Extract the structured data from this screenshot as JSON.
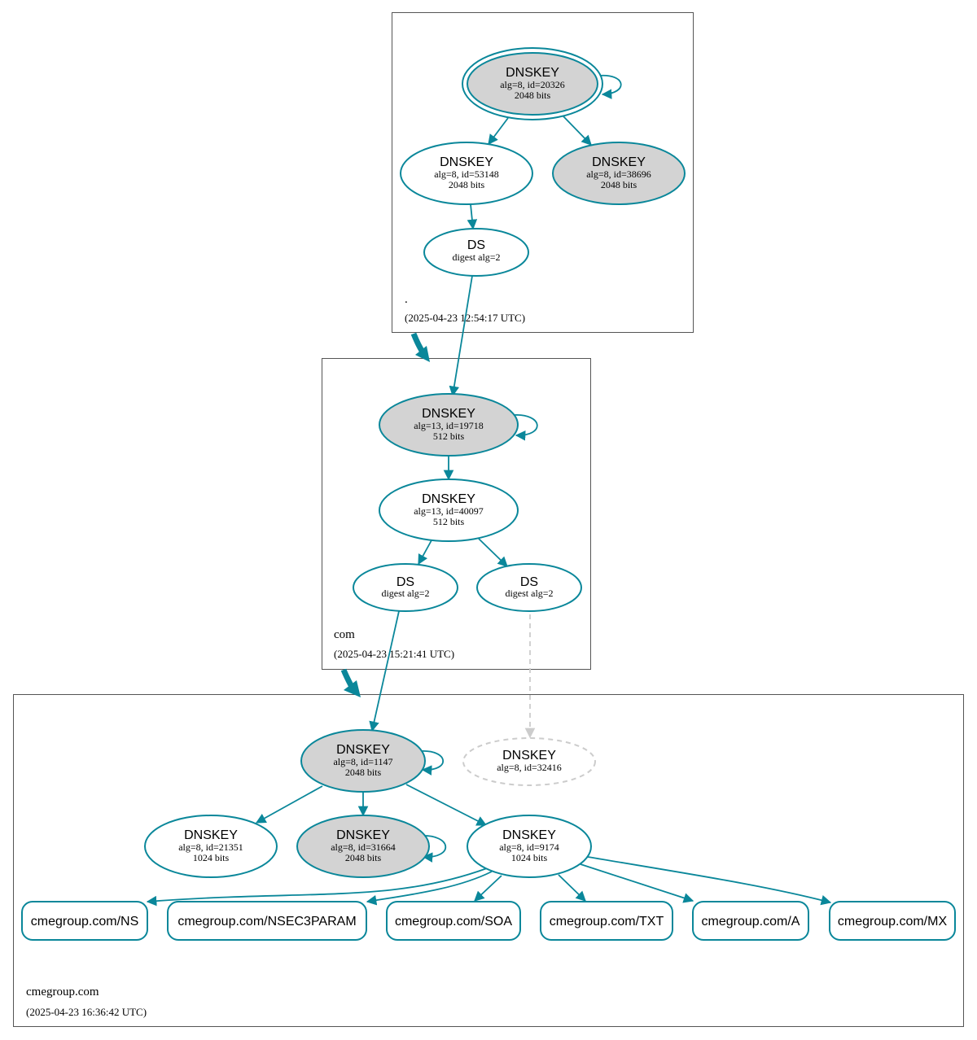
{
  "colors": {
    "edge": "#0a879a",
    "sep_fill": "#d3d3d3",
    "plain_fill": "#ffffff",
    "missing": "#cccccc",
    "zone_border": "#555555"
  },
  "zones": {
    "root": {
      "name": ".",
      "timestamp": "(2025-04-23 12:54:17 UTC)"
    },
    "com": {
      "name": "com",
      "timestamp": "(2025-04-23 15:21:41 UTC)"
    },
    "cmegroup": {
      "name": "cmegroup.com",
      "timestamp": "(2025-04-23 16:36:42 UTC)"
    }
  },
  "nodes": {
    "root_ksk": {
      "title": "DNSKEY",
      "line1": "alg=8, id=20326",
      "line2": "2048 bits"
    },
    "root_zsk": {
      "title": "DNSKEY",
      "line1": "alg=8, id=53148",
      "line2": "2048 bits"
    },
    "root_key2": {
      "title": "DNSKEY",
      "line1": "alg=8, id=38696",
      "line2": "2048 bits"
    },
    "root_ds": {
      "title": "DS",
      "line1": "digest alg=2"
    },
    "com_ksk": {
      "title": "DNSKEY",
      "line1": "alg=13, id=19718",
      "line2": "512 bits"
    },
    "com_zsk": {
      "title": "DNSKEY",
      "line1": "alg=13, id=40097",
      "line2": "512 bits"
    },
    "com_ds1": {
      "title": "DS",
      "line1": "digest alg=2"
    },
    "com_ds2": {
      "title": "DS",
      "line1": "digest alg=2"
    },
    "cme_ksk": {
      "title": "DNSKEY",
      "line1": "alg=8, id=1147",
      "line2": "2048 bits"
    },
    "cme_missing": {
      "title": "DNSKEY",
      "line1": "alg=8, id=32416"
    },
    "cme_key21351": {
      "title": "DNSKEY",
      "line1": "alg=8, id=21351",
      "line2": "1024 bits"
    },
    "cme_key31664": {
      "title": "DNSKEY",
      "line1": "alg=8, id=31664",
      "line2": "2048 bits"
    },
    "cme_zsk": {
      "title": "DNSKEY",
      "line1": "alg=8, id=9174",
      "line2": "1024 bits"
    }
  },
  "records": {
    "ns": "cmegroup.com/NS",
    "nsec3param": "cmegroup.com/NSEC3PARAM",
    "soa": "cmegroup.com/SOA",
    "txt": "cmegroup.com/TXT",
    "a": "cmegroup.com/A",
    "mx": "cmegroup.com/MX"
  }
}
